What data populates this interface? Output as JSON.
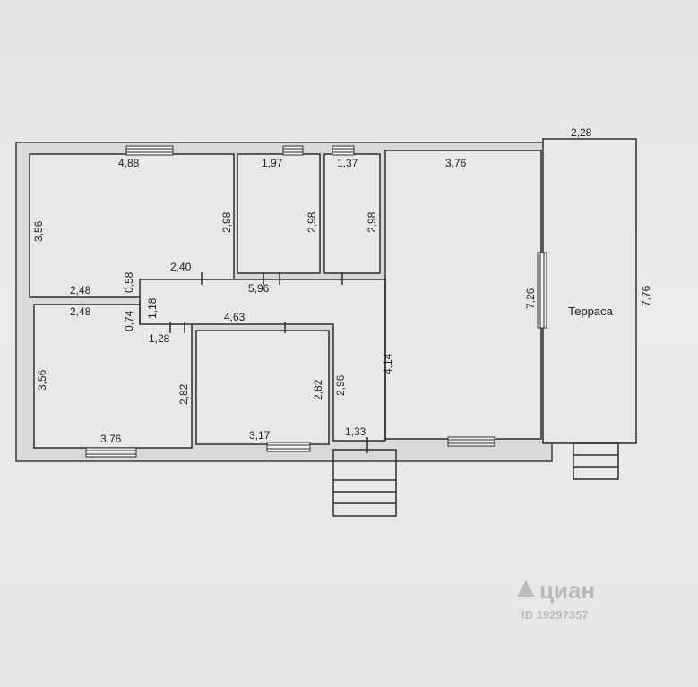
{
  "dimensions": {
    "top_left_room": "4,88",
    "top_small_1": "1,97",
    "top_small_2": "1,37",
    "top_big_room": "3,76",
    "terrace_width": "2,28",
    "left_room_height_top": "3,56",
    "left_room_right_top": "2,98",
    "small_1_height": "2,98",
    "small_2_height": "2,98",
    "big_room_height": "7,26",
    "terrace_height": "7,76",
    "corridor_upper_left": "2,40",
    "corridor_length": "5,96",
    "top_left_bottom": "2,48",
    "wall_stub_top": "0,58",
    "corridor_height": "1,18",
    "bottom_left_top": "2,48",
    "wall_stub_bottom": "0,74",
    "corridor_lower": "4,63",
    "corridor_stub": "1,28",
    "bottom_left_height": "3,56",
    "bottom_left_right": "2,82",
    "bottom_mid_right": "2,82",
    "hall_height": "2,96",
    "hall_height_2": "4,14",
    "bottom_left_width": "3,76",
    "bottom_mid_width": "3,17",
    "entrance_width": "1,33"
  },
  "labels": {
    "terrace": "Терраса"
  },
  "watermark": {
    "brand": "циан",
    "id": "ID 19297357"
  }
}
